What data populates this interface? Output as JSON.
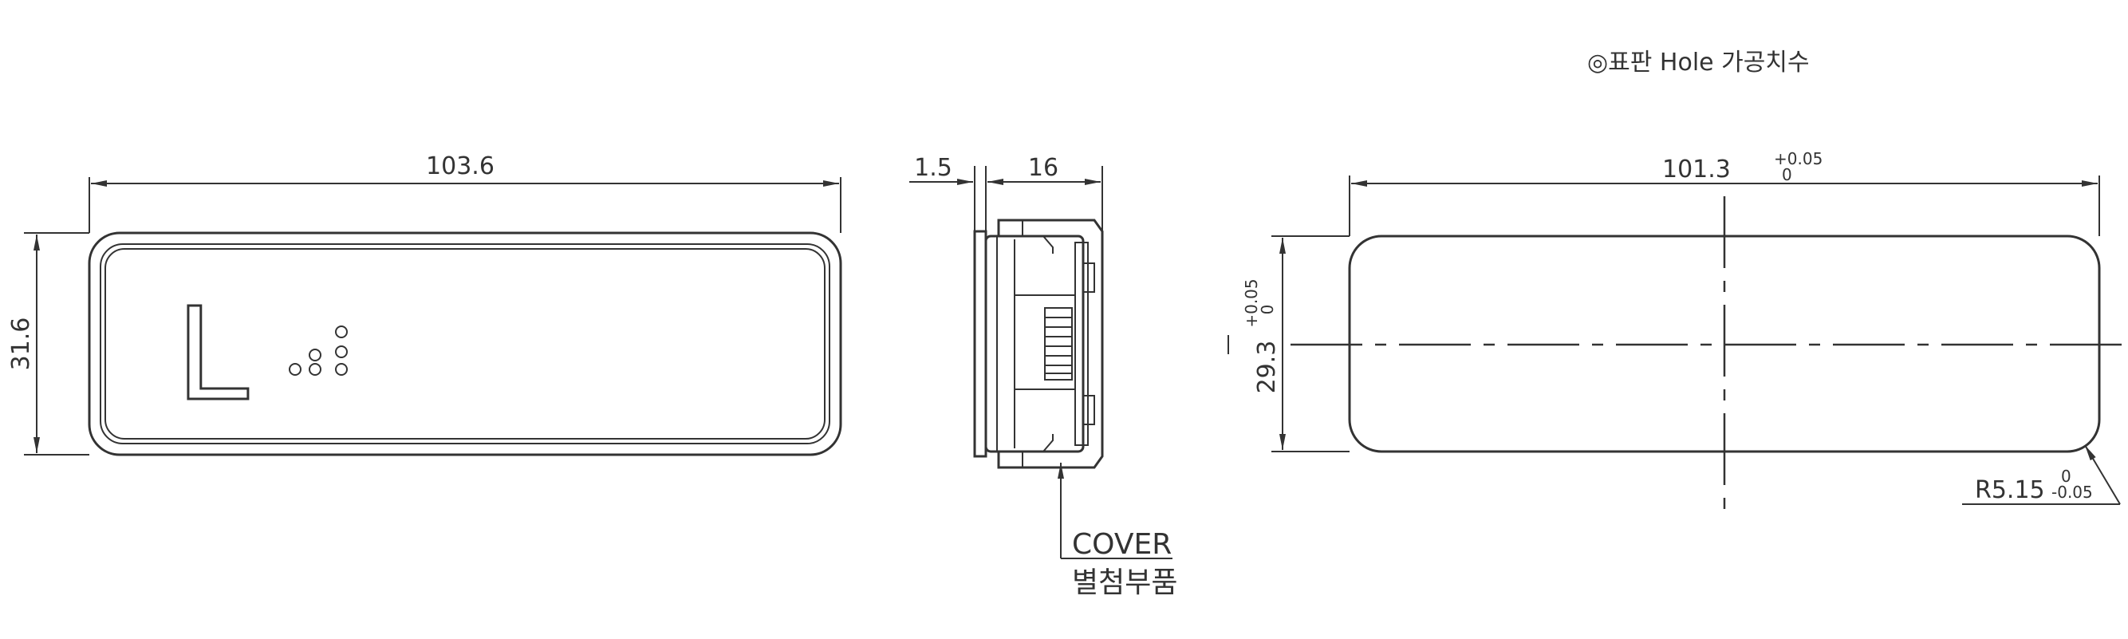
{
  "front_view": {
    "width_dim": "103.6",
    "height_dim": "31.6",
    "letter": "L"
  },
  "side_view": {
    "dim_left": "1.5",
    "dim_right": "16",
    "callout_line1": "COVER",
    "callout_line2": "별첨부품"
  },
  "hole_view": {
    "title": "◎표판 Hole 가공치수",
    "width_dim": "101.3",
    "width_tol_upper": "+0.05",
    "width_tol_lower": "0",
    "height_dim": "29.3",
    "height_tol_upper": "+0.05",
    "height_tol_lower": "0",
    "radius_dim": "R5.15",
    "radius_tol_upper": "0",
    "radius_tol_lower": "-0.05"
  }
}
